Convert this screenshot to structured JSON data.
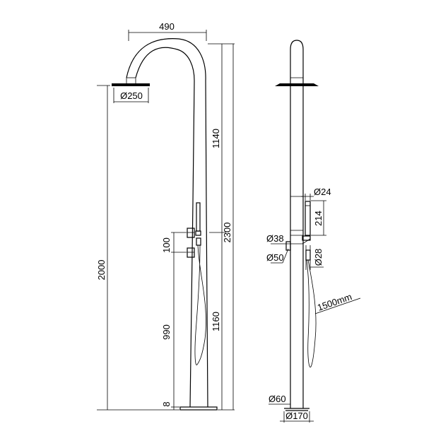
{
  "front_view": {
    "dim_arm_width": "490",
    "dim_head_diameter": "Ø250",
    "dim_overall_height": "2000",
    "dim_column_upper": "1140",
    "dim_total_height": "2300",
    "dim_column_lower": "1160",
    "dim_valve_spacing": "100",
    "dim_valve_height": "990",
    "dim_base_plate": "8"
  },
  "side_view": {
    "dim_handshower_diameter": "Ø24",
    "dim_handshower_length": "214",
    "dim_holder_diameter": "Ø38",
    "dim_handle_diameter": "Ø50",
    "dim_outlet_diameter": "Ø28",
    "dim_hose_length": "1500mm",
    "dim_column_diameter": "Ø60",
    "dim_base_diameter": "Ø170"
  }
}
